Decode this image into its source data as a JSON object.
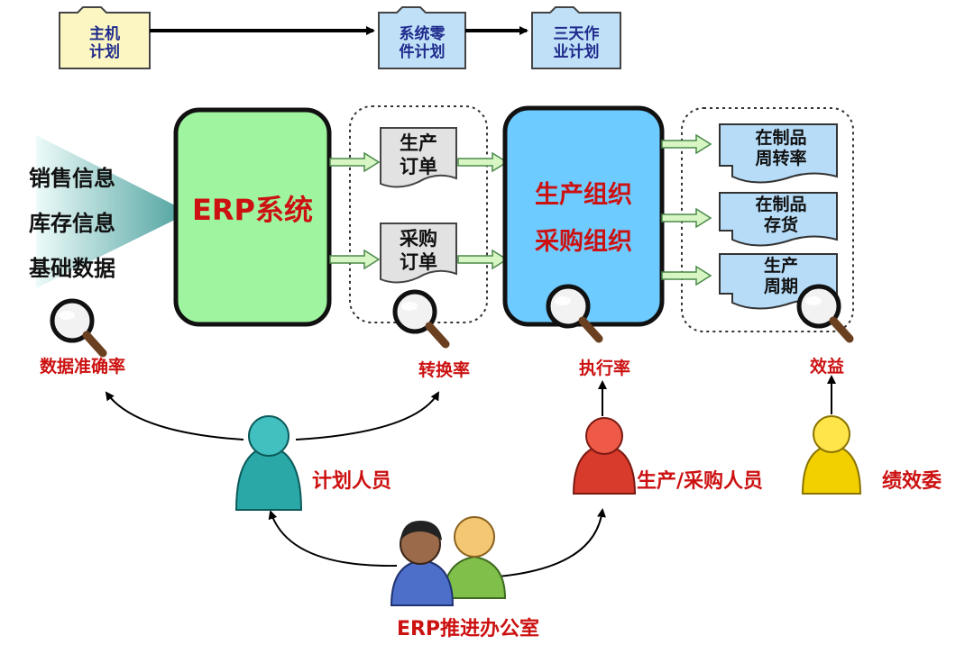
{
  "top_flow": [
    "主机\n计划",
    "系统零\n件计划",
    "三天作\n业计划"
  ],
  "inputs": [
    "销售信息",
    "库存信息",
    "基础数据"
  ],
  "erp_box": "ERP系统",
  "orders": [
    "生产\n订单",
    "采购\n订单"
  ],
  "org_box": [
    "生产组织",
    "采购组织"
  ],
  "outputs": [
    "在制品\n周转率",
    "在制品\n存货",
    "生产\n周期"
  ],
  "metrics": [
    "数据准确率",
    "转换率",
    "执行率",
    "效益"
  ],
  "people": [
    "计划人员",
    "生产/采购人员",
    "绩效委"
  ],
  "office": "ERP推进办公室",
  "colors": {
    "erp_fill": "#9ff59f",
    "org_fill": "#6ecbff",
    "folder_yellow": "#fbf6c2",
    "folder_blue": "#bfe0f7",
    "doc_blue": "#b7dcf7",
    "doc_gray": "#e2e2e2",
    "arrow_green": "#d8f5c4",
    "metric_red": "#cc1111",
    "person_teal": "#2aa7a7",
    "person_red": "#d83a2b",
    "person_yellow": "#f2d000"
  }
}
